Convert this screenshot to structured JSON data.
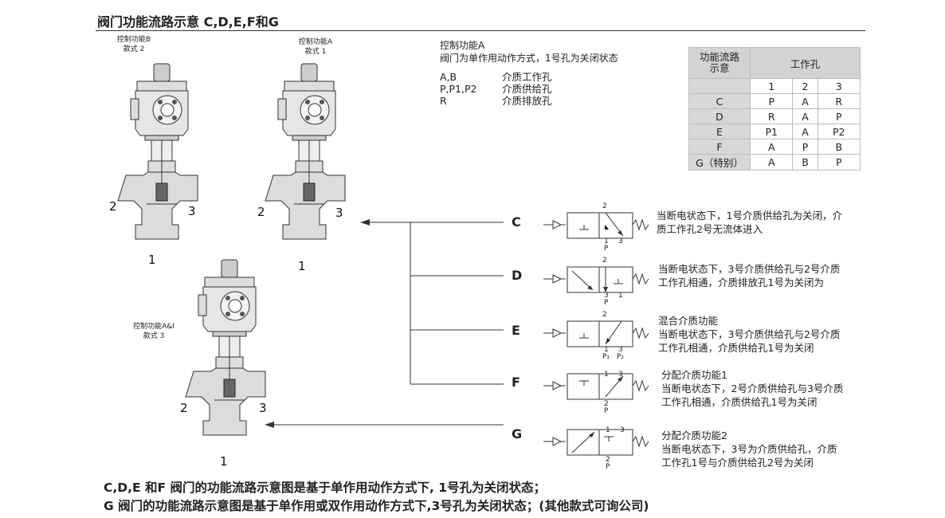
{
  "title": "阀门功能流路示意 C,D,E,F和G",
  "valves": [
    {
      "line1": "控制功能B",
      "line2": "款式 2"
    },
    {
      "line1": "控制功能A",
      "line2": "款式 1"
    },
    {
      "line1": "控制功能A&I",
      "line2": "款式 3"
    }
  ],
  "ports": {
    "p1": "1",
    "p2": "2",
    "p3": "3"
  },
  "note": {
    "heading": "控制功能A",
    "subheading": "阀门为单作用动作方式，1号孔为关闭状态",
    "legend": [
      {
        "key": "A,B",
        "desc": "介质工作孔"
      },
      {
        "key": "P,P1,P2",
        "desc": "介质供给孔"
      },
      {
        "key": "R",
        "desc": "介质排放孔"
      }
    ]
  },
  "table": {
    "corner": "功能流路示意",
    "group": "工作孔",
    "cols": [
      "1",
      "2",
      "3"
    ],
    "rows": [
      {
        "label": "C",
        "cells": [
          "P",
          "A",
          "R"
        ]
      },
      {
        "label": "D",
        "cells": [
          "R",
          "A",
          "P"
        ]
      },
      {
        "label": "E",
        "cells": [
          "P1",
          "A",
          "P2"
        ]
      },
      {
        "label": "F",
        "cells": [
          "A",
          "P",
          "B"
        ]
      },
      {
        "label": "G（特别）",
        "cells": [
          "A",
          "B",
          "P"
        ]
      }
    ]
  },
  "functions": [
    {
      "letter": "C",
      "lines": [
        "当断电状态下，1号介质供给孔为关闭，介",
        "质工作孔2号无流体进入"
      ]
    },
    {
      "letter": "D",
      "lines": [
        "当断电状态下，3号介质供给孔与2号介质",
        "工作孔相通，介质排放孔1号为关闭为"
      ]
    },
    {
      "letter": "E",
      "lines": [
        "混合介质功能",
        "当断电状态下，3号介质供给孔与2号介质",
        "工作孔相通，介质供给孔1号为关闭"
      ]
    },
    {
      "letter": "F",
      "lines": [
        "分配介质功能1",
        "当断电状态下，2号介质供给孔与3号介质",
        "工作孔相通，介质供给孔1号为关闭"
      ]
    },
    {
      "letter": "G",
      "lines": [
        "分配介质功能2",
        "当断电状态下，3号为介质供给孔，介质",
        "工作孔1号与介质供给孔2号为关闭"
      ]
    }
  ],
  "symbol_labels": {
    "c": {
      "top": "2",
      "b1": "1",
      "b3": "3",
      "p": "P"
    },
    "d": {
      "top": "2",
      "b1": "1",
      "b3": "3",
      "p": "P"
    },
    "e": {
      "top": "2",
      "b1": "1",
      "b3": "3",
      "p1": "P₁",
      "p2": "P₂"
    },
    "f": {
      "t1": "1",
      "t3": "3",
      "b2": "2",
      "p": "P"
    },
    "g": {
      "t1": "1",
      "t3": "3",
      "b2": "2",
      "p": "P"
    }
  },
  "footer": [
    "C,D,E 和F 阀门的功能流路示意图是基于单作用动作方式下, 1号孔为关闭状态；",
    "G 阀门的功能流路示意图是基于单作用或双作用动作方式下,3号孔为关闭状态；(其他款式可询公司)"
  ]
}
